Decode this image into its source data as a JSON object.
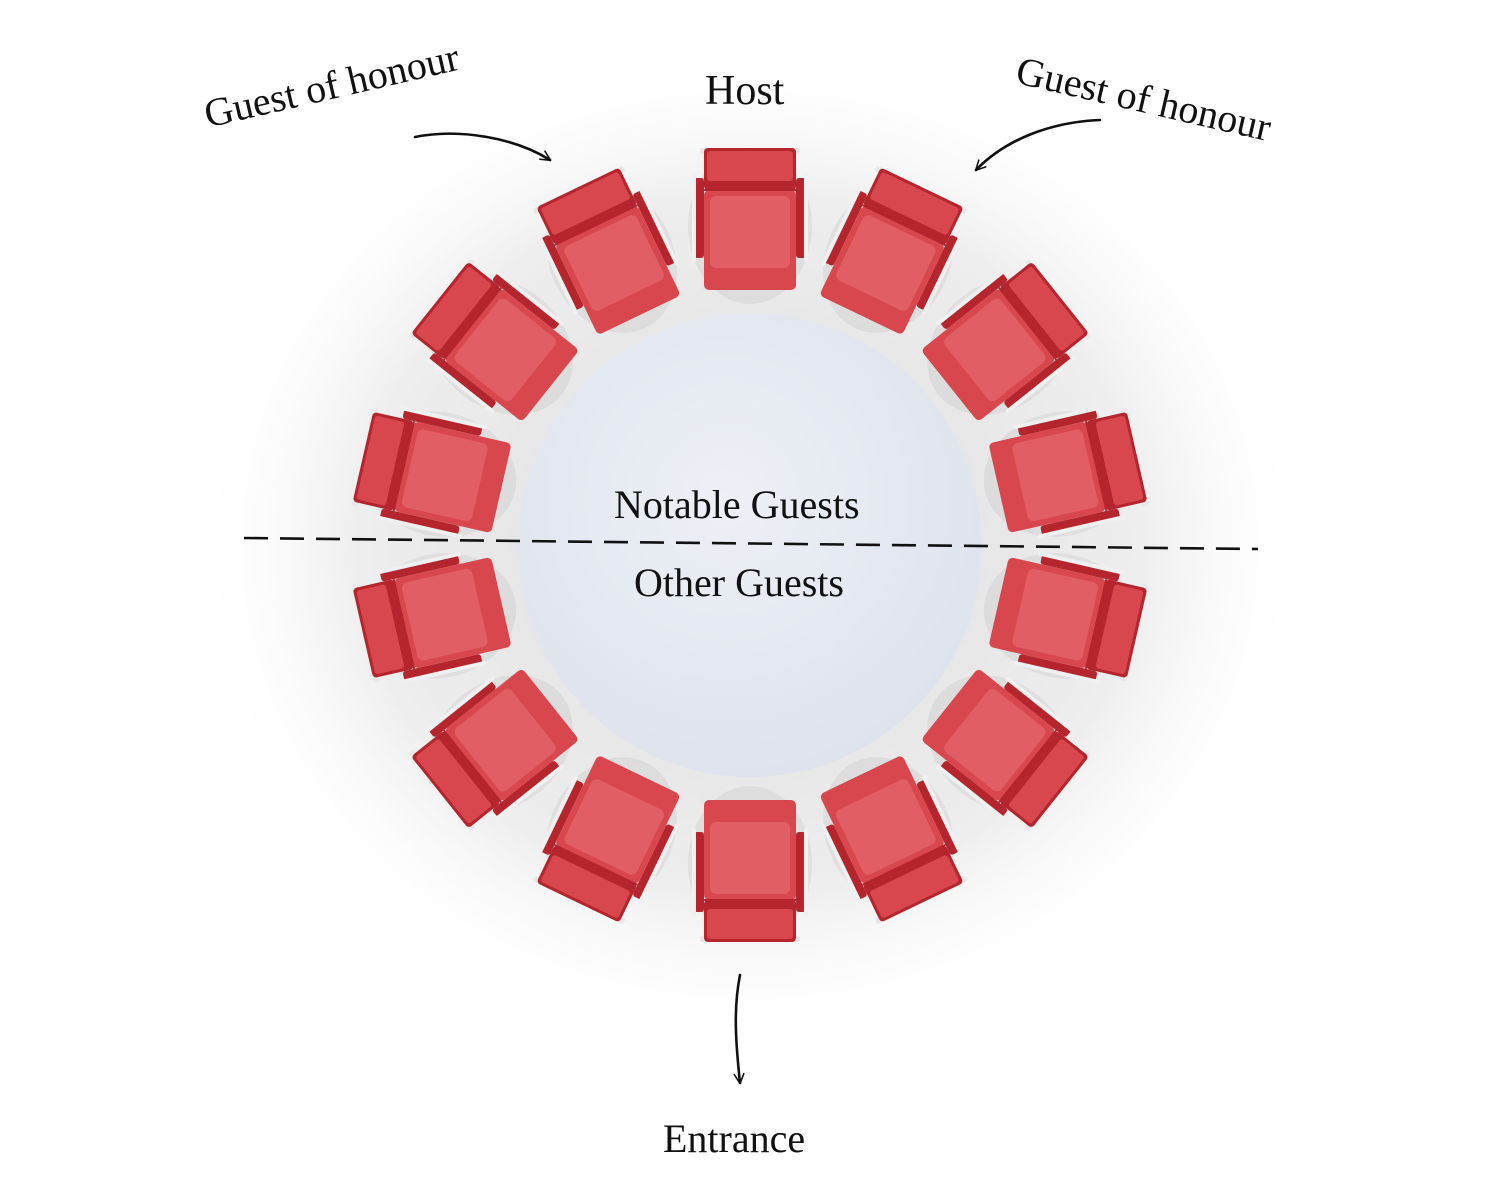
{
  "labels": {
    "host": "Host",
    "guest_of_honour_left": "Guest of honour",
    "guest_of_honour_right": "Guest of honour",
    "notable_guests": "Notable Guests",
    "other_guests": "Other Guests",
    "entrance": "Entrance"
  },
  "colors": {
    "chair": "#d9474e",
    "chair_dark": "#b5252d",
    "chair_light": "#e4686d",
    "table": "#e3e7ef",
    "line": "#111111"
  },
  "seating": {
    "chair_count": 14
  }
}
